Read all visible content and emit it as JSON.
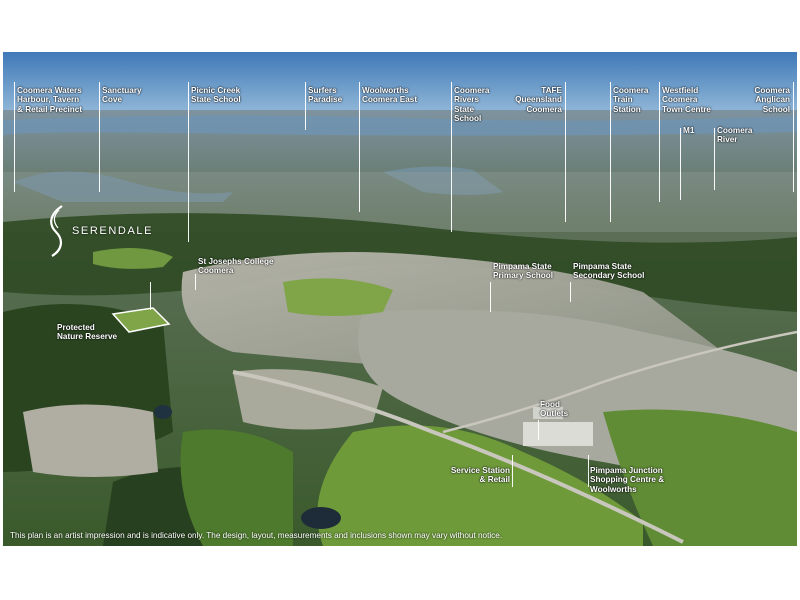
{
  "brand": {
    "name": "SERENDALE",
    "logo_icon": "s-swirl-icon"
  },
  "labels": {
    "coomera_waters": "Coomera Waters\nHarbour, Tavern\n& Retail Precinct",
    "sanctuary_cove": "Sanctuary\nCove",
    "picnic_creek": "Picnic Creek\nState School",
    "surfers_paradise": "Surfers\nParadise",
    "woolworths_coomera_east": "Woolworths\nCoomera East",
    "coomera_rivers": "Coomera\nRivers\nState\nSchool",
    "tafe": "TAFE\nQueensland\nCoomera",
    "coomera_train": "Coomera\nTrain\nStation",
    "westfield": "Westfield\nCoomera\nTown Centre",
    "m1": "M1",
    "coomera_river": "Coomera\nRiver",
    "coomera_anglican": "Coomera\nAnglican\nSchool",
    "st_josephs": "St Josephs College\nCoomera",
    "protected_reserve": "Protected\nNature Reserve",
    "pimpama_primary": "Pimpama State\nPrimary School",
    "pimpama_secondary": "Pimpama State\nSecondary School",
    "food_outlets": "Food\nOutlets",
    "service_station": "Service Station\n& Retail",
    "pimpama_junction": "Pimpama Junction\nShopping Centre &\nWoolworths"
  },
  "disclaimer": "This plan is an artist impression and is indicative only. The design, layout, measurements and inclusions shown may vary without notice."
}
